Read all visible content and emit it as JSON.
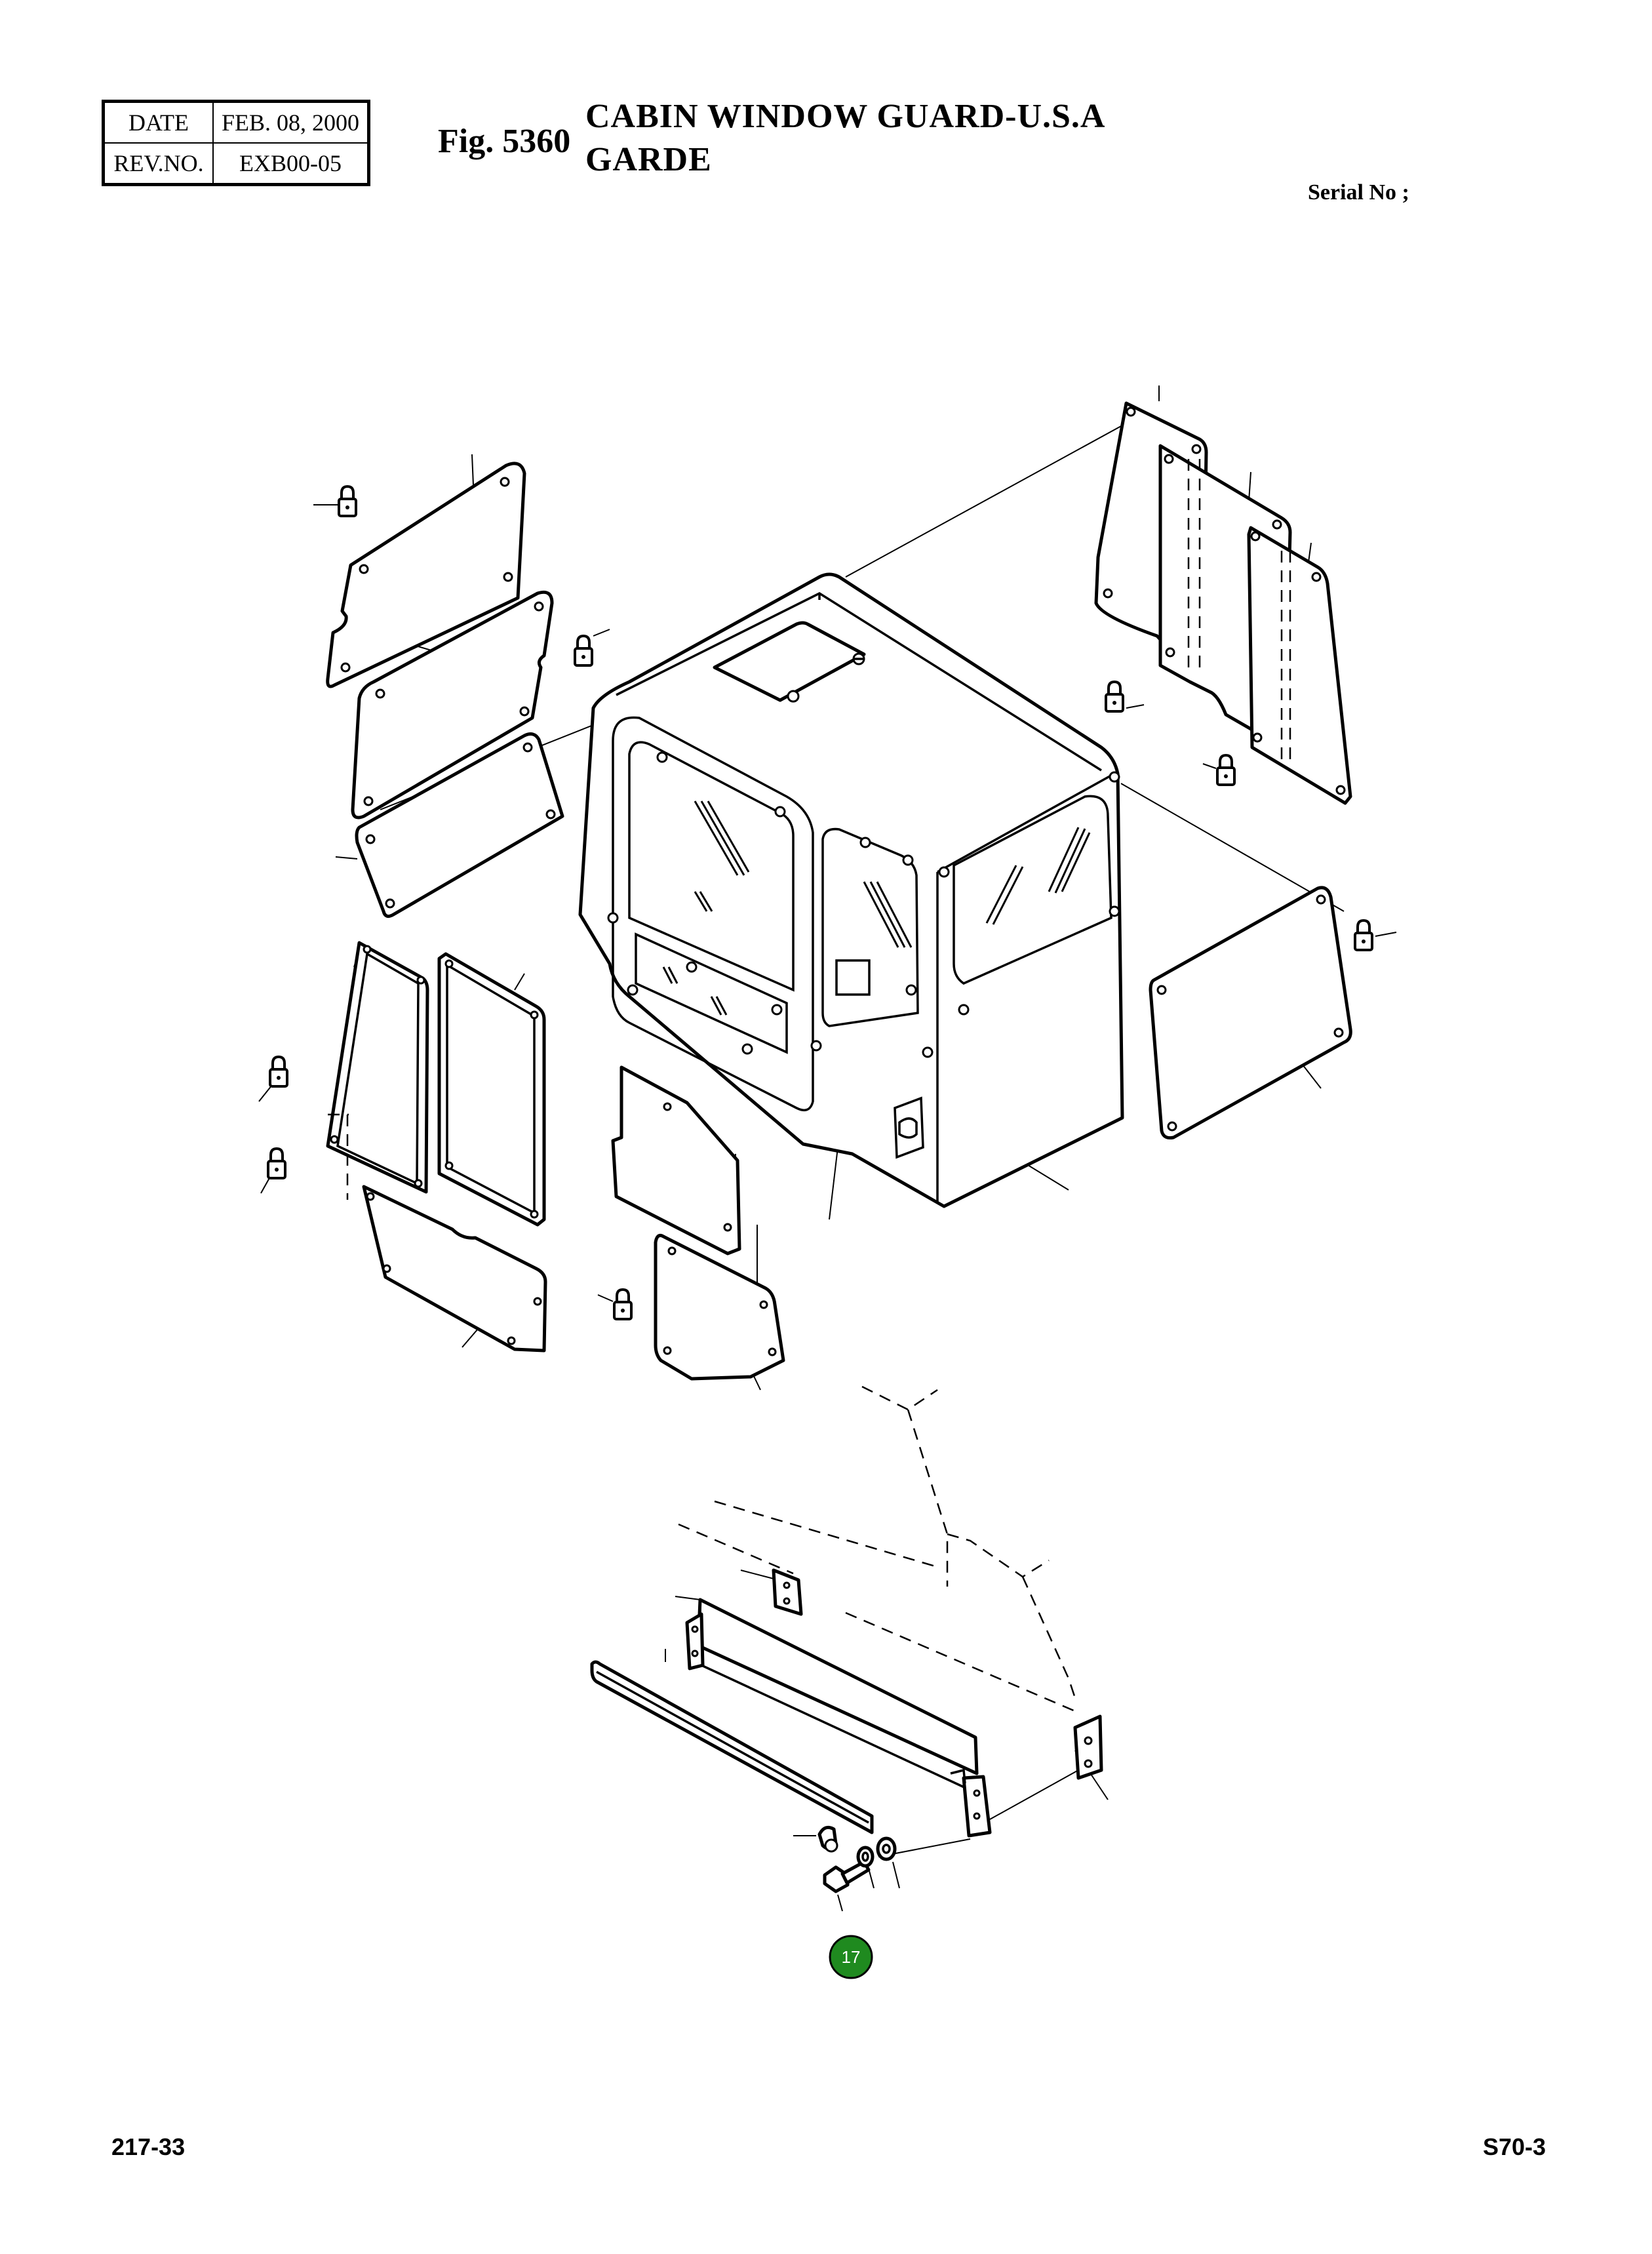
{
  "revision_table": {
    "date_label": "DATE",
    "date_value": "FEB. 08, 2000",
    "rev_label": "REV.NO.",
    "rev_value": "EXB00-05"
  },
  "figure": {
    "number": "Fig. 5360",
    "title_line1": "CABIN WINDOW GUARD-U.S.A",
    "title_line2": "GARDE"
  },
  "serial_label": "Serial No ;",
  "callouts": [
    {
      "label": "17",
      "color": "#1f8a1f"
    }
  ],
  "footer": {
    "left": "217-33",
    "right": "S70-3"
  }
}
